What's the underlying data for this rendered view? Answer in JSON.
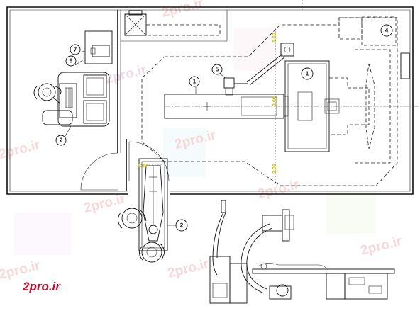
{
  "brand": {
    "text": "2pro.ir"
  },
  "watermark": {
    "text": "2pro.ir"
  },
  "callouts": {
    "c1a": "1",
    "c1b": "1",
    "c2a": "2",
    "c2b": "2",
    "c4": "4",
    "c5": "5",
    "c6": "6",
    "c7": "7"
  },
  "dimensions": {
    "d1": "1.50",
    "d2": "2.00",
    "d3": "2.05",
    "d4": "1.80"
  },
  "colors": {
    "line": "#111111",
    "dimension": "#c8c400",
    "watermark": "#f2b8b8",
    "brand": "#c8102e"
  }
}
